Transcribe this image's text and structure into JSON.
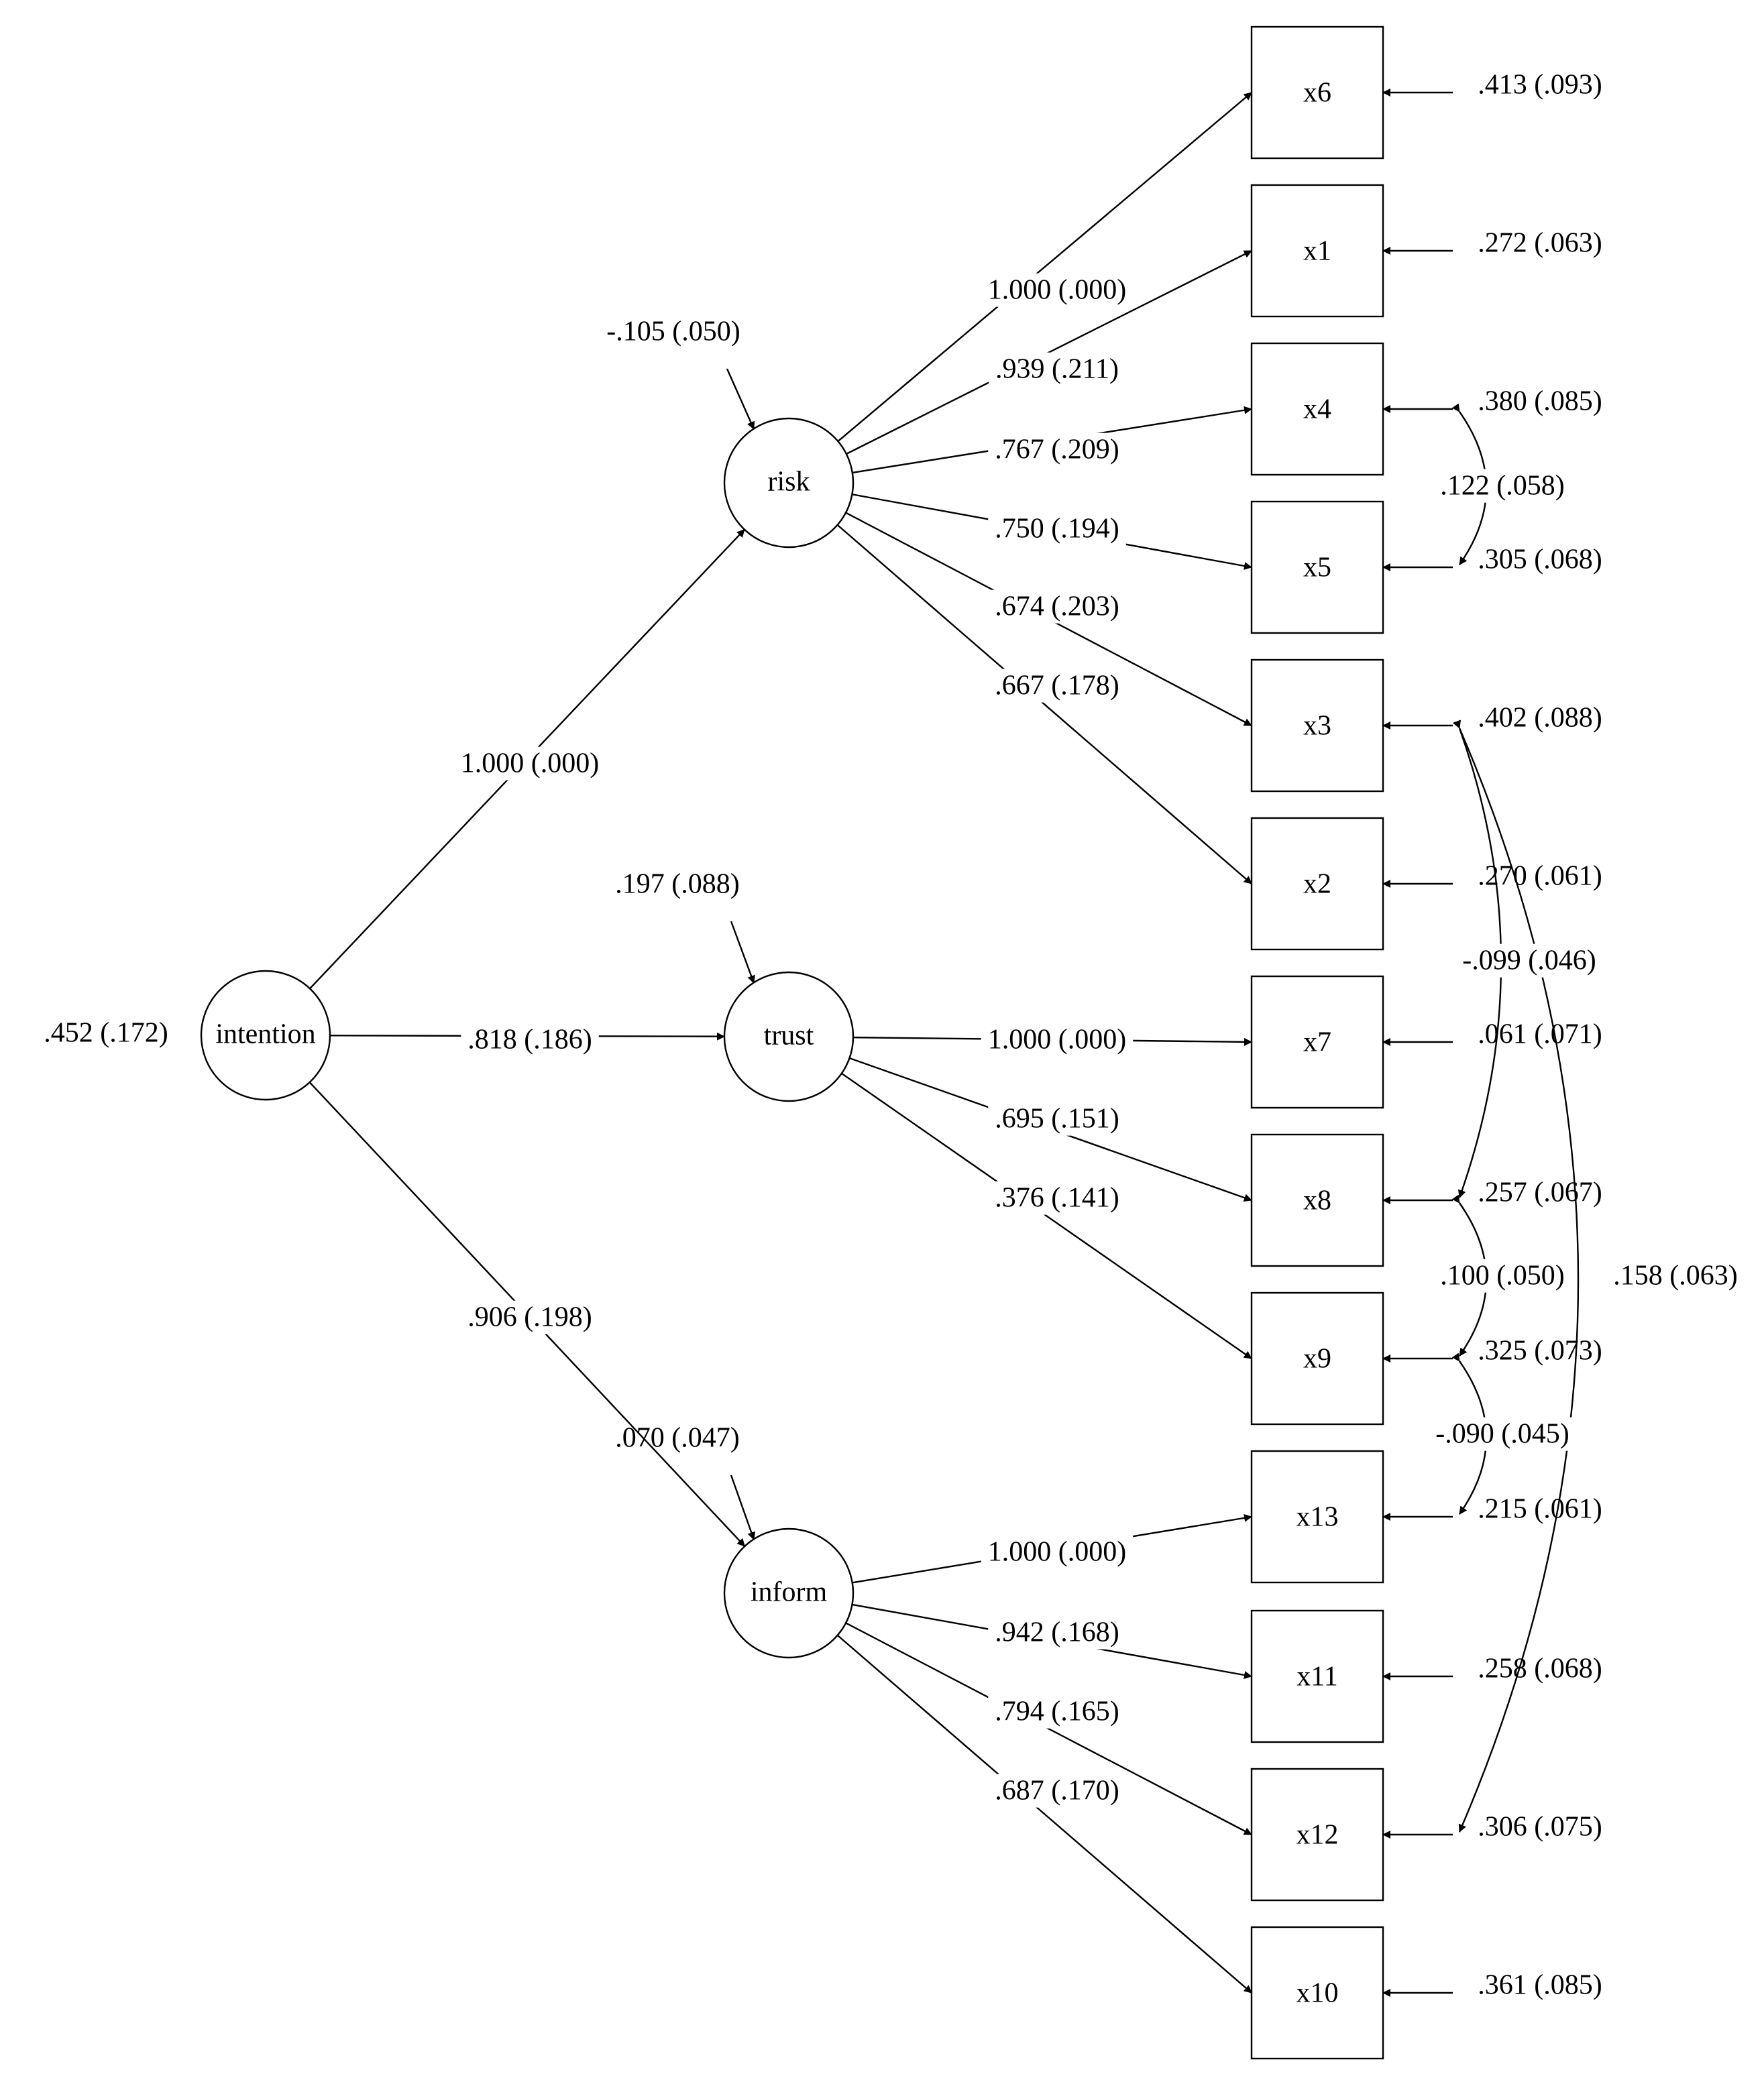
{
  "latents": [
    {
      "id": "intention",
      "label": "intention"
    },
    {
      "id": "risk",
      "label": "risk"
    },
    {
      "id": "trust",
      "label": "trust"
    },
    {
      "id": "inform",
      "label": "inform"
    }
  ],
  "indicators": [
    {
      "id": "x6",
      "label": "x6",
      "error": ".413 (.093)"
    },
    {
      "id": "x1",
      "label": "x1",
      "error": ".272 (.063)"
    },
    {
      "id": "x4",
      "label": "x4",
      "error": ".380 (.085)"
    },
    {
      "id": "x5",
      "label": "x5",
      "error": ".305 (.068)"
    },
    {
      "id": "x3",
      "label": "x3",
      "error": ".402 (.088)"
    },
    {
      "id": "x2",
      "label": "x2",
      "error": ".270 (.061)"
    },
    {
      "id": "x7",
      "label": "x7",
      "error": ".061 (.071)"
    },
    {
      "id": "x8",
      "label": "x8",
      "error": ".257 (.067)"
    },
    {
      "id": "x9",
      "label": "x9",
      "error": ".325 (.073)"
    },
    {
      "id": "x13",
      "label": "x13",
      "error": ".215 (.061)"
    },
    {
      "id": "x11",
      "label": "x11",
      "error": ".258 (.068)"
    },
    {
      "id": "x12",
      "label": "x12",
      "error": ".306 (.075)"
    },
    {
      "id": "x10",
      "label": "x10",
      "error": ".361 (.085)"
    }
  ],
  "variances": {
    "intention": ".452 (.172)",
    "risk": "-.105 (.050)",
    "trust": ".197 (.088)",
    "inform": ".070 (.047)"
  },
  "structural_paths": [
    {
      "from": "intention",
      "to": "risk",
      "label": "1.000 (.000)"
    },
    {
      "from": "intention",
      "to": "trust",
      "label": ".818 (.186)"
    },
    {
      "from": "intention",
      "to": "inform",
      "label": ".906 (.198)"
    }
  ],
  "loadings": [
    {
      "from": "risk",
      "to": "x6",
      "label": "1.000 (.000)"
    },
    {
      "from": "risk",
      "to": "x1",
      "label": ".939 (.211)"
    },
    {
      "from": "risk",
      "to": "x4",
      "label": ".767 (.209)"
    },
    {
      "from": "risk",
      "to": "x5",
      "label": ".750 (.194)"
    },
    {
      "from": "risk",
      "to": "x3",
      "label": ".674 (.203)"
    },
    {
      "from": "risk",
      "to": "x2",
      "label": ".667 (.178)"
    },
    {
      "from": "trust",
      "to": "x7",
      "label": "1.000 (.000)"
    },
    {
      "from": "trust",
      "to": "x8",
      "label": ".695 (.151)"
    },
    {
      "from": "trust",
      "to": "x9",
      "label": ".376 (.141)"
    },
    {
      "from": "inform",
      "to": "x13",
      "label": "1.000 (.000)"
    },
    {
      "from": "inform",
      "to": "x11",
      "label": ".942 (.168)"
    },
    {
      "from": "inform",
      "to": "x12",
      "label": ".794 (.165)"
    },
    {
      "from": "inform",
      "to": "x10",
      "label": ".687 (.170)"
    }
  ],
  "covariances": [
    {
      "a": "x4",
      "b": "x5",
      "label": ".122 (.058)"
    },
    {
      "a": "x3",
      "b": "x8",
      "label": "-.099 (.046)"
    },
    {
      "a": "x8",
      "b": "x9",
      "label": ".100 (.050)"
    },
    {
      "a": "x9",
      "b": "x13",
      "label": "-.090 (.045)"
    },
    {
      "a": "x3",
      "b": "x12",
      "label": ".158 (.063)"
    }
  ]
}
